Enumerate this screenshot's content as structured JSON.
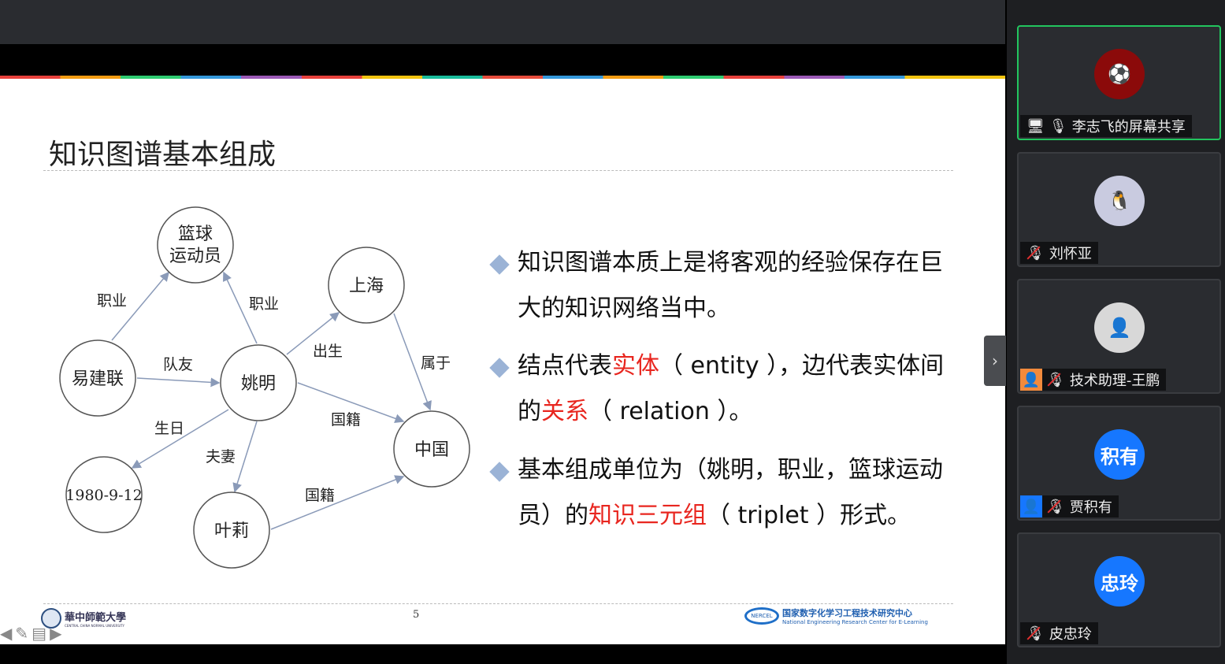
{
  "slide": {
    "title": "知识图谱基本组成",
    "page_number": "5",
    "graph": {
      "nodes": {
        "basketball": [
          "篮球",
          "运动员"
        ],
        "shanghai": "上海",
        "yijianlian": "易建联",
        "yaoming": "姚明",
        "china": "中国",
        "birthday": "1980-9-12",
        "yeli": "叶莉"
      },
      "edges": {
        "job1": "职业",
        "job2": "职业",
        "teammate": "队友",
        "born": "出生",
        "belongs": "属于",
        "nationality1": "国籍",
        "birthday": "生日",
        "spouse": "夫妻",
        "nationality2": "国籍"
      }
    },
    "bullets": [
      {
        "parts": [
          "知识图谱本质上是将客观的经验保存在巨大的知识网络当中。"
        ]
      },
      {
        "parts": [
          "结点代表",
          "实体",
          "（ entity ），边代表实体间的",
          "关系",
          "（ relation ）。"
        ]
      },
      {
        "parts": [
          "基本组成单位为（姚明，职业，篮球运动员）的",
          "知识三元组",
          "（ triplet ）形式。"
        ]
      }
    ],
    "footer": {
      "left_logo": "華中師範大學",
      "left_logo_en": "CENTRAL CHINA NORMAL UNIVERSITY",
      "right_logo_badge": "NERCEL",
      "right_logo_cn": "国家数字化学习工程技术研究中心",
      "right_logo_en": "National Engineering Research Center for E-Learning"
    }
  },
  "participants": [
    {
      "name": "李志飞的屏幕共享",
      "mic": "on",
      "sharing": true,
      "avatar_color": "#8b0a0a"
    },
    {
      "name": "刘怀亚",
      "mic": "off",
      "avatar_color": "#c9cbe0"
    },
    {
      "name": "技术助理-王鹏",
      "mic": "off",
      "avatar_color": "#d8d8d8"
    },
    {
      "name": "贾积有",
      "mic": "off",
      "avatar_text": "积有",
      "avatar_color": "#1677ff"
    },
    {
      "name": "皮忠玲",
      "mic": "off",
      "avatar_text": "忠玲",
      "avatar_color": "#1677ff"
    }
  ]
}
